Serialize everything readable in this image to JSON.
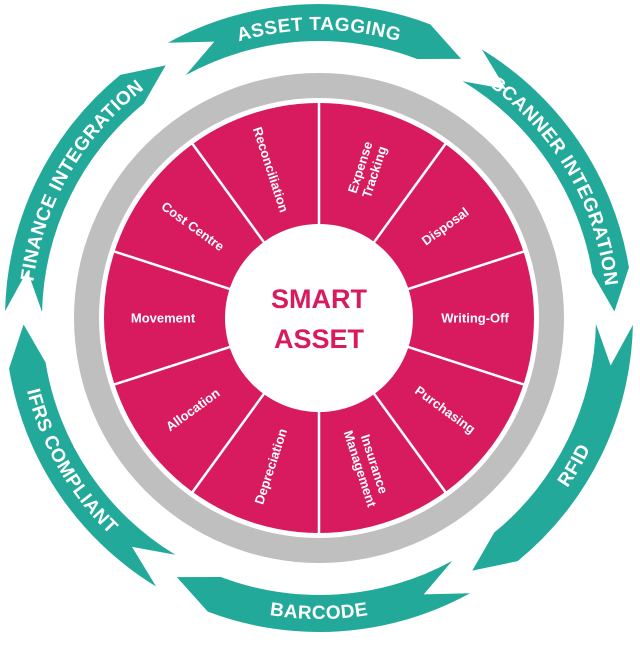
{
  "diagram": {
    "center": {
      "line1": "SMART",
      "line2": "ASSET"
    },
    "outer_ring": [
      {
        "id": "asset-tagging",
        "label": "ASSET TAGGING"
      },
      {
        "id": "scanner-integration",
        "label": "SCANNER INTEGRATION"
      },
      {
        "id": "rfid",
        "label": "RFID"
      },
      {
        "id": "barcode",
        "label": "BARCODE"
      },
      {
        "id": "ifrs-compliant",
        "label": "IFRS COMPLIANT"
      },
      {
        "id": "finance-integration",
        "label": "FINANCE INTEGRATION"
      }
    ],
    "segments": [
      {
        "id": "expense-tracking",
        "lines": [
          "Expense",
          "Tracking"
        ]
      },
      {
        "id": "disposal",
        "lines": [
          "Disposal"
        ]
      },
      {
        "id": "writing-off",
        "lines": [
          "Writing-Off"
        ]
      },
      {
        "id": "purchasing",
        "lines": [
          "Purchasing"
        ]
      },
      {
        "id": "insurance-management",
        "lines": [
          "Insurance",
          "Management"
        ]
      },
      {
        "id": "depreciation",
        "lines": [
          "Depreciation"
        ]
      },
      {
        "id": "allocation",
        "lines": [
          "Allocation"
        ]
      },
      {
        "id": "movement",
        "lines": [
          "Movement"
        ]
      },
      {
        "id": "cost-centre",
        "lines": [
          "Cost Centre"
        ]
      },
      {
        "id": "reconciliation",
        "lines": [
          "Reconciliation"
        ]
      }
    ],
    "colors": {
      "outer_ring": "#22a99a",
      "gray_ring": "#bfbfbf",
      "segments": "#d81b5e",
      "center_text": "#d81b5e",
      "label_text": "#ffffff"
    }
  }
}
